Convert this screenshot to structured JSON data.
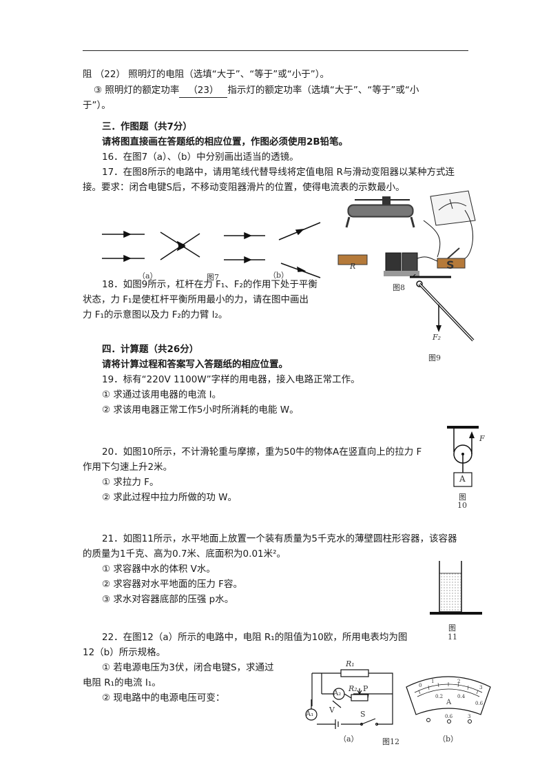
{
  "intro": {
    "line1": "阻 （22） 照明灯的电阻（选填“大于”、“等于”或“小于”）。",
    "line2_pre": "③ 照明灯的额定功率",
    "blank23": "（23）",
    "line2_post": "指示灯的额定功率（选填“大于”、“等于”或“小",
    "line3": "于”）。"
  },
  "section3": {
    "title": "三．作图题（共7分）",
    "note": "请将图直接画在答题纸的相应位置，作图必须使用2B铅笔。",
    "q16": "16．在图7（a）、（b）中分别画出适当的透镜。",
    "q17_l1": "17．在图8所示的电路中，请用笔线代替导线将定值电阻 R与滑动变阻器以某种方式连",
    "q17_l2": "接。要求：闭合电键S后，不移动变阻器滑片的位置，使得电流表的示数最小。",
    "q18_l1": "18．如图9所示，杠杆在力 F₁、F₂的作用下处于平衡",
    "q18_l2": "状态，力 F₁是使杠杆平衡所用最小的力，请在图中画出",
    "q18_l3": "力 F₁的示意图以及力 F₂的力臂 l₂。"
  },
  "section4": {
    "title": "四．计算题（共26分）",
    "note": "请将计算过程和答案写入答题纸的相应位置。",
    "q19": "19．标有“220V 1100W”字样的用电器，接入电路正常工作。",
    "q19_1": "① 求通过该用电器的电流 I。",
    "q19_2": "② 求该用电器正常工作5小时所消耗的电能 W。",
    "q20_l1": "20．如图10所示，不计滑轮重与摩擦，重为50牛的物体A在竖直向上的拉力 F",
    "q20_l2": "作用下匀速上升2米。",
    "q20_1": "① 求拉力 F。",
    "q20_2": "② 求此过程中拉力所做的功 W。",
    "q21_l1": "21．如图11所示，水平地面上放置一个装有质量为5千克水的薄壁圆柱形容器，该容器",
    "q21_l2": "的质量为1千克、高为0.7米、底面积为0.01米²。",
    "q21_1": "① 求容器中水的体积 V水。",
    "q21_2": "② 求容器对水平地面的压力 F容。",
    "q21_3": "③ 求水对容器底部的压强 p水。",
    "q22_l1": "22．在图12（a）所示的电路中，电阻 R₁的阻值为10欧，所用电表均为图",
    "q22_l2": "12（b）所示规格。",
    "q22_1a": "① 若电源电压为3伏，闭合电键S，求通过",
    "q22_1b": "电阻 R₁的电流 I₁。",
    "q22_2": "② 现电路中的电源电压可变："
  },
  "figures": {
    "fig7": "图7",
    "fig7a": "（a）",
    "fig7b": "（b）",
    "fig8": "图8",
    "fig8_R": "R",
    "fig8_S": "S",
    "fig9": "图9",
    "fig9_F2": "F₂",
    "fig10_l1": "图",
    "fig10_l2": "10",
    "fig10_F": "F",
    "fig10_A": "A",
    "fig11_l1": "图",
    "fig11_l2": "11",
    "fig12": "图12",
    "fig12a": "（a）",
    "fig12b": "（b）",
    "fig12_R1": "R₁",
    "fig12_R2": "R₂",
    "fig12_P": "P",
    "fig12_A2": "A₂",
    "fig12_A1": "A₁",
    "fig12_V": "V",
    "fig12_S": "S",
    "meter_A": "A",
    "meter_ticks": [
      "0",
      "1",
      "2",
      "3",
      "0.2",
      "0.4",
      "0.6"
    ],
    "meter_terminals": [
      "0.6",
      "3"
    ]
  }
}
